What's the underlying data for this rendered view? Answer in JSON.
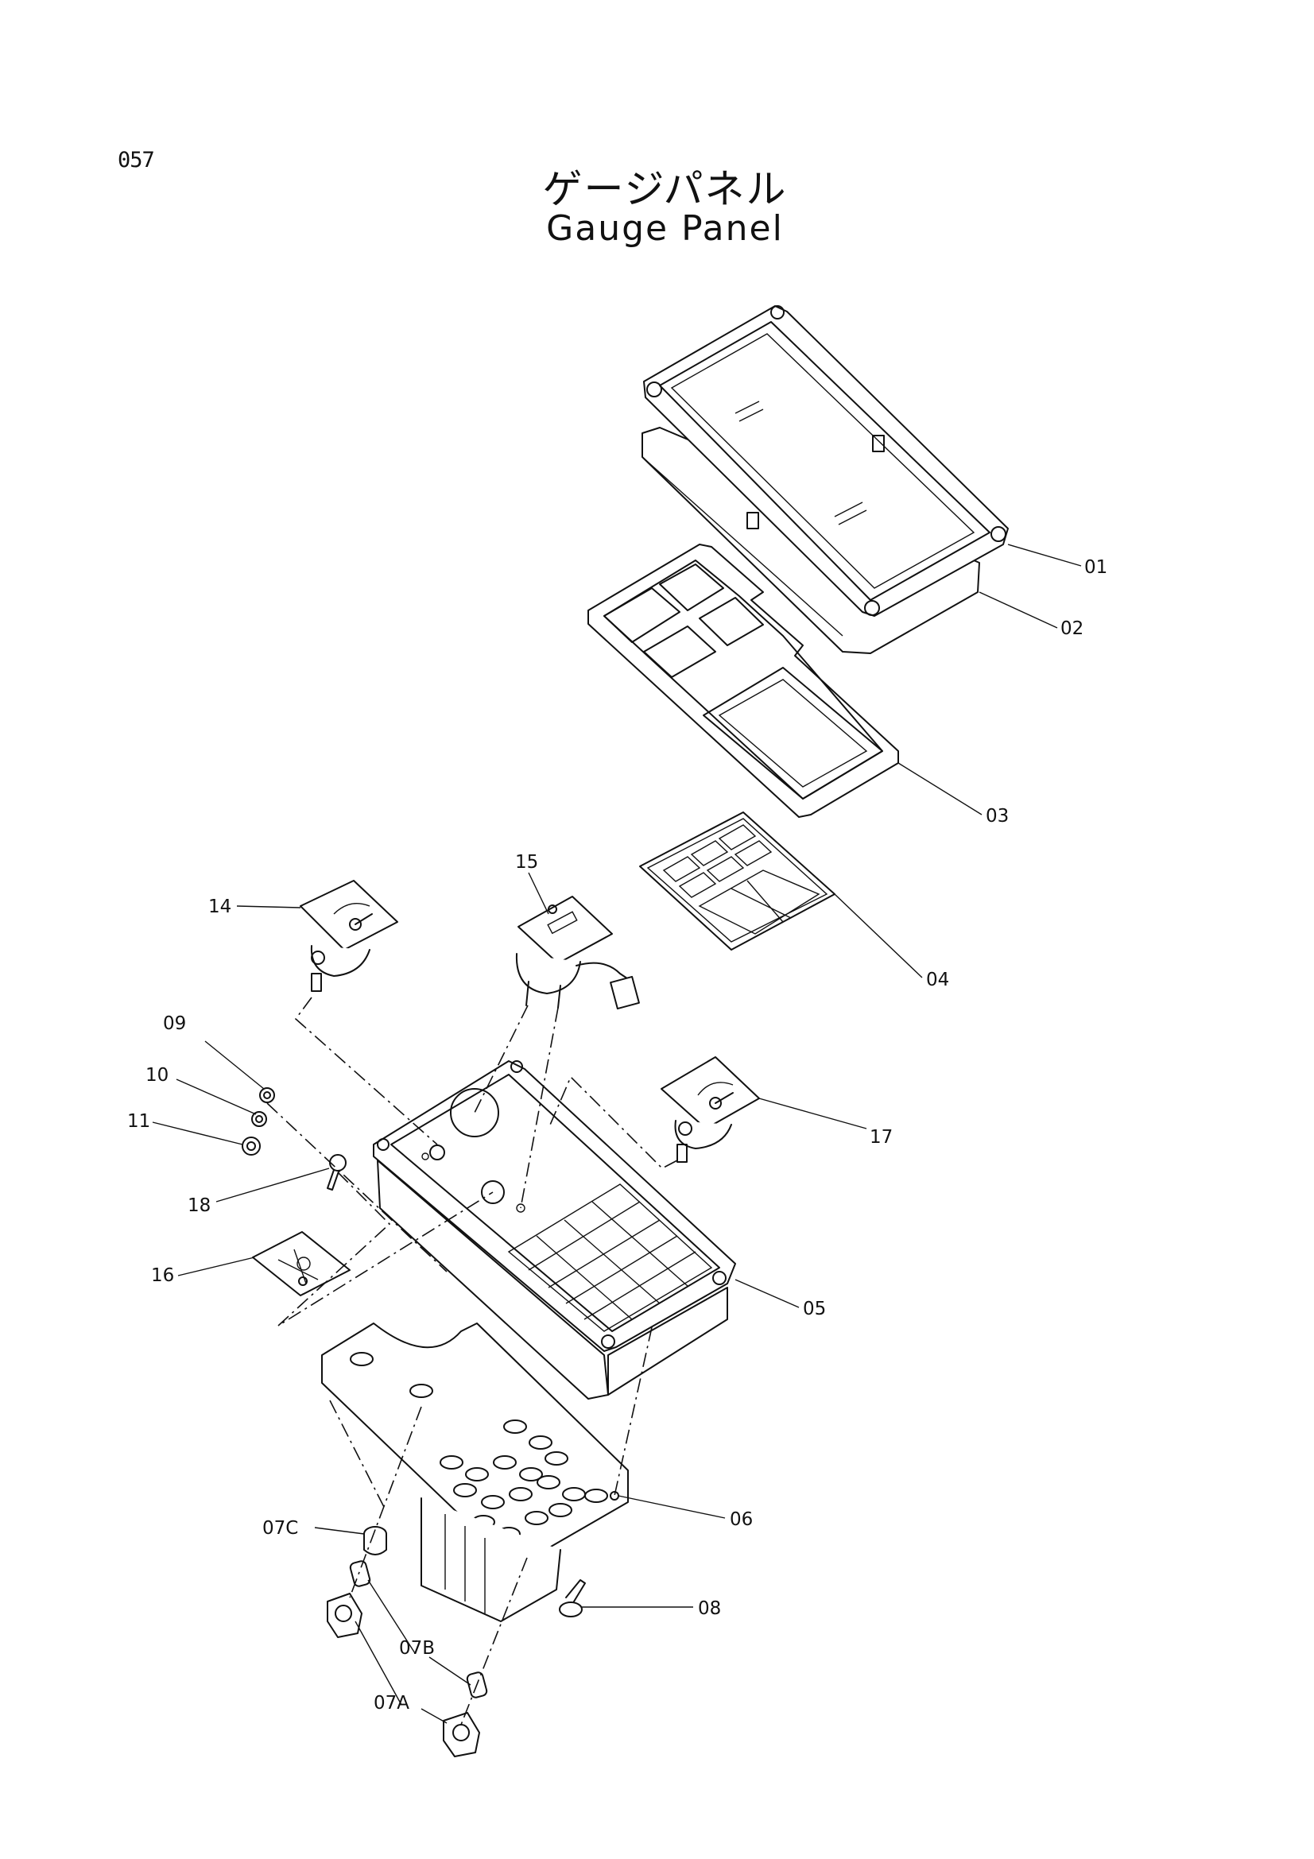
{
  "page_number": "057",
  "title_jp": "ゲージパネル",
  "title_en": "Gauge Panel",
  "callouts": {
    "p01": "01",
    "p02": "02",
    "p03": "03",
    "p04": "04",
    "p05": "05",
    "p06": "06",
    "p07a": "07A",
    "p07b": "07B",
    "p07c": "07C",
    "p08": "08",
    "p09": "09",
    "p10": "10",
    "p11": "11",
    "p14": "14",
    "p15": "15",
    "p16": "16",
    "p17": "17",
    "p18": "18"
  }
}
